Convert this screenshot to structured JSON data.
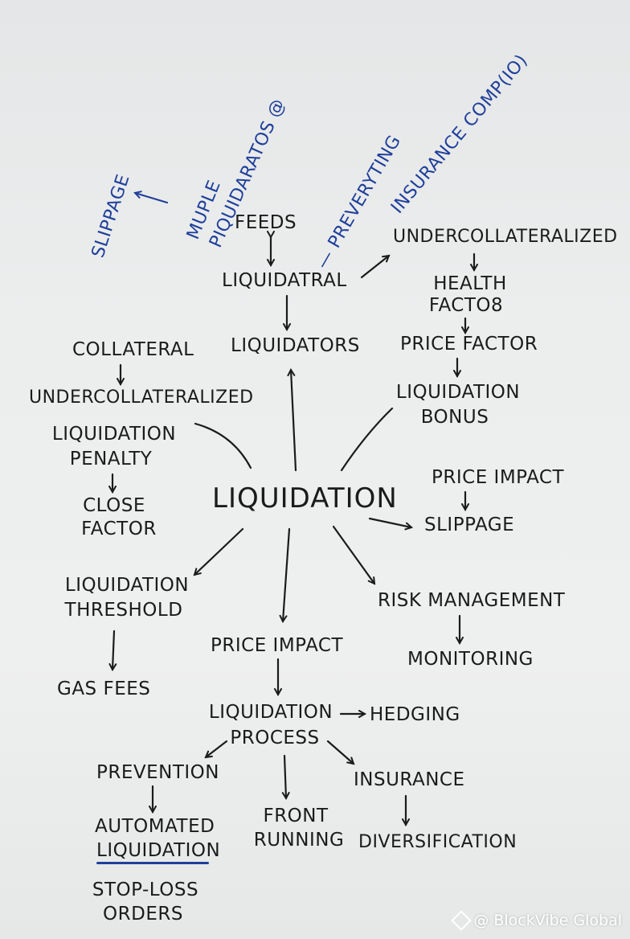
{
  "center": "LIQUIDATION",
  "top": {
    "feeds": "FEEDS",
    "liquidatral": "LIQUIDATRAL",
    "liquidators": "LIQUIDATORS",
    "undercollateralized": "UNDERCOLLATERALIZED",
    "health_factor": [
      "HEALTH",
      "FACTO8"
    ],
    "price_factor": "PRICE FACTOR",
    "liquidation_bonus": [
      "LIQUIDATION",
      "BONUS"
    ]
  },
  "blue_notes": {
    "slippage": "SLIPPAGE",
    "muple": "MUPLE",
    "piquidaratos": "PIQUIDARATOS @",
    "preventing": "— PREVERYTING",
    "insurance": "INSURANCE COMP(IO)"
  },
  "left": {
    "collateral": "COLLATERAL",
    "undercollateralized": "UNDERCOLLATERALIZED",
    "penalty": [
      "LIQUIDATION",
      "PENALTY"
    ],
    "close_factor": [
      "CLOSE",
      "FACTOR"
    ],
    "threshold": [
      "LIQUIDATION",
      "THRESHOLD"
    ],
    "gas_fees": "GAS FEES"
  },
  "right": {
    "price_impact": "PRICE IMPACT",
    "slippage": "SLIPPAGE",
    "risk_management": "RISK MANAGEMENT",
    "monitoring": "MONITORING"
  },
  "bottom": {
    "price_impact": "PRICE IMPACT",
    "process": [
      "LIQUIDATION",
      "PROCESS"
    ],
    "hedging": "HEDGING",
    "prevention": "PREVENTION",
    "automated": [
      "AUTOMATED",
      "LIQUIDATION"
    ],
    "stop_loss": [
      "STOP-LOSS",
      "ORDERS"
    ],
    "front_running": [
      "FRONT",
      "RUNNING"
    ],
    "insurance": "INSURANCE",
    "diversification": "DIVERSIFICATION"
  },
  "watermark": "@ BlockVibe Global",
  "colors": {
    "ink": "#1b1b1b",
    "blue_ink": "#1f3f9a",
    "board": "#eceeee"
  }
}
